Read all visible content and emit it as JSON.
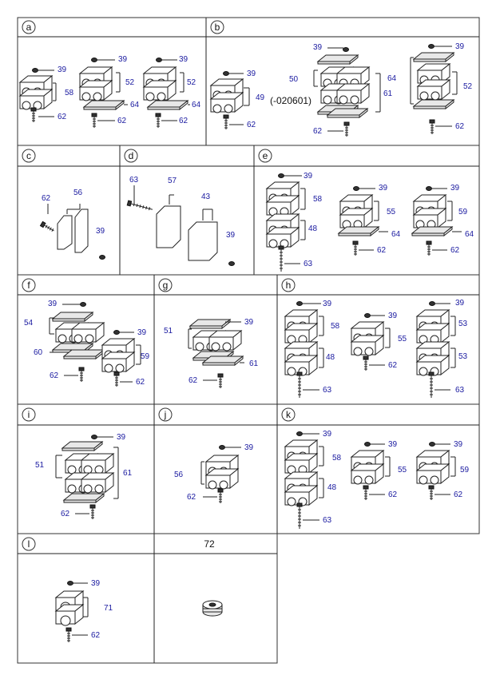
{
  "sections": [
    {
      "id": "a",
      "label": "a"
    },
    {
      "id": "b",
      "label": "b"
    },
    {
      "id": "c",
      "label": "c"
    },
    {
      "id": "d",
      "label": "d"
    },
    {
      "id": "e",
      "label": "e"
    },
    {
      "id": "f",
      "label": "f"
    },
    {
      "id": "g",
      "label": "g"
    },
    {
      "id": "h",
      "label": "h"
    },
    {
      "id": "i",
      "label": "i"
    },
    {
      "id": "j",
      "label": "j"
    },
    {
      "id": "k",
      "label": "k"
    },
    {
      "id": "l",
      "label": "l"
    },
    {
      "id": "72",
      "label": "72"
    }
  ],
  "callouts": {
    "a": [
      "39",
      "58",
      "62",
      "39",
      "52",
      "64",
      "62",
      "39",
      "52",
      "64",
      "62"
    ],
    "b": [
      "39",
      "49",
      "62",
      "39",
      "50",
      "(-020601)",
      "61",
      "62",
      "39",
      "64",
      "52",
      "62"
    ],
    "c": [
      "62",
      "56",
      "39"
    ],
    "d": [
      "63",
      "57",
      "43",
      "39"
    ],
    "e": [
      "39",
      "58",
      "48",
      "63",
      "39",
      "55",
      "64",
      "62",
      "39",
      "59",
      "64",
      "62"
    ],
    "f": [
      "39",
      "54",
      "60",
      "62",
      "39",
      "59",
      "62"
    ],
    "g": [
      "39",
      "51",
      "61",
      "62"
    ],
    "h": [
      "39",
      "58",
      "48",
      "63",
      "39",
      "55",
      "62",
      "39",
      "53",
      "53",
      "63"
    ],
    "i": [
      "39",
      "51",
      "61",
      "62"
    ],
    "j": [
      "39",
      "56",
      "62"
    ],
    "k": [
      "39",
      "58",
      "48",
      "63",
      "39",
      "55",
      "62",
      "39",
      "59",
      "62"
    ],
    "l": [
      "39",
      "71",
      "62"
    ]
  }
}
